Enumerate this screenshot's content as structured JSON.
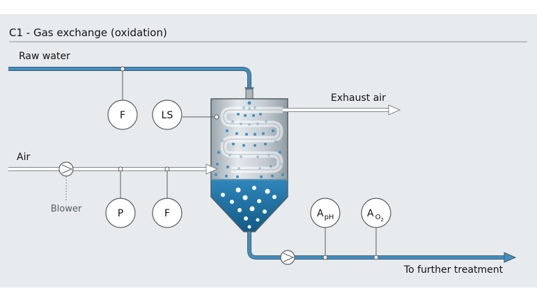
{
  "title": "C1 - Gas exchange (oxidation)",
  "labels": {
    "raw_water": "Raw water",
    "exhaust_air": "Exhaust air",
    "air": "Air",
    "blower": "Blower",
    "further_treatment": "To further treatment"
  },
  "instruments": {
    "raw_water_flow": "F",
    "level_switch": "LS",
    "air_pressure": "P",
    "air_flow": "F",
    "analyzer_ph": {
      "main": "A",
      "sub": "pH"
    },
    "analyzer_o2": {
      "main": "A",
      "sub": "O",
      "sub2": "2"
    }
  },
  "colors": {
    "water": "#3d8fc4",
    "water_dark": "#1f6f9f",
    "air_line": "#ffffff",
    "outline": "#555c62",
    "panel": "#e7ebed"
  }
}
